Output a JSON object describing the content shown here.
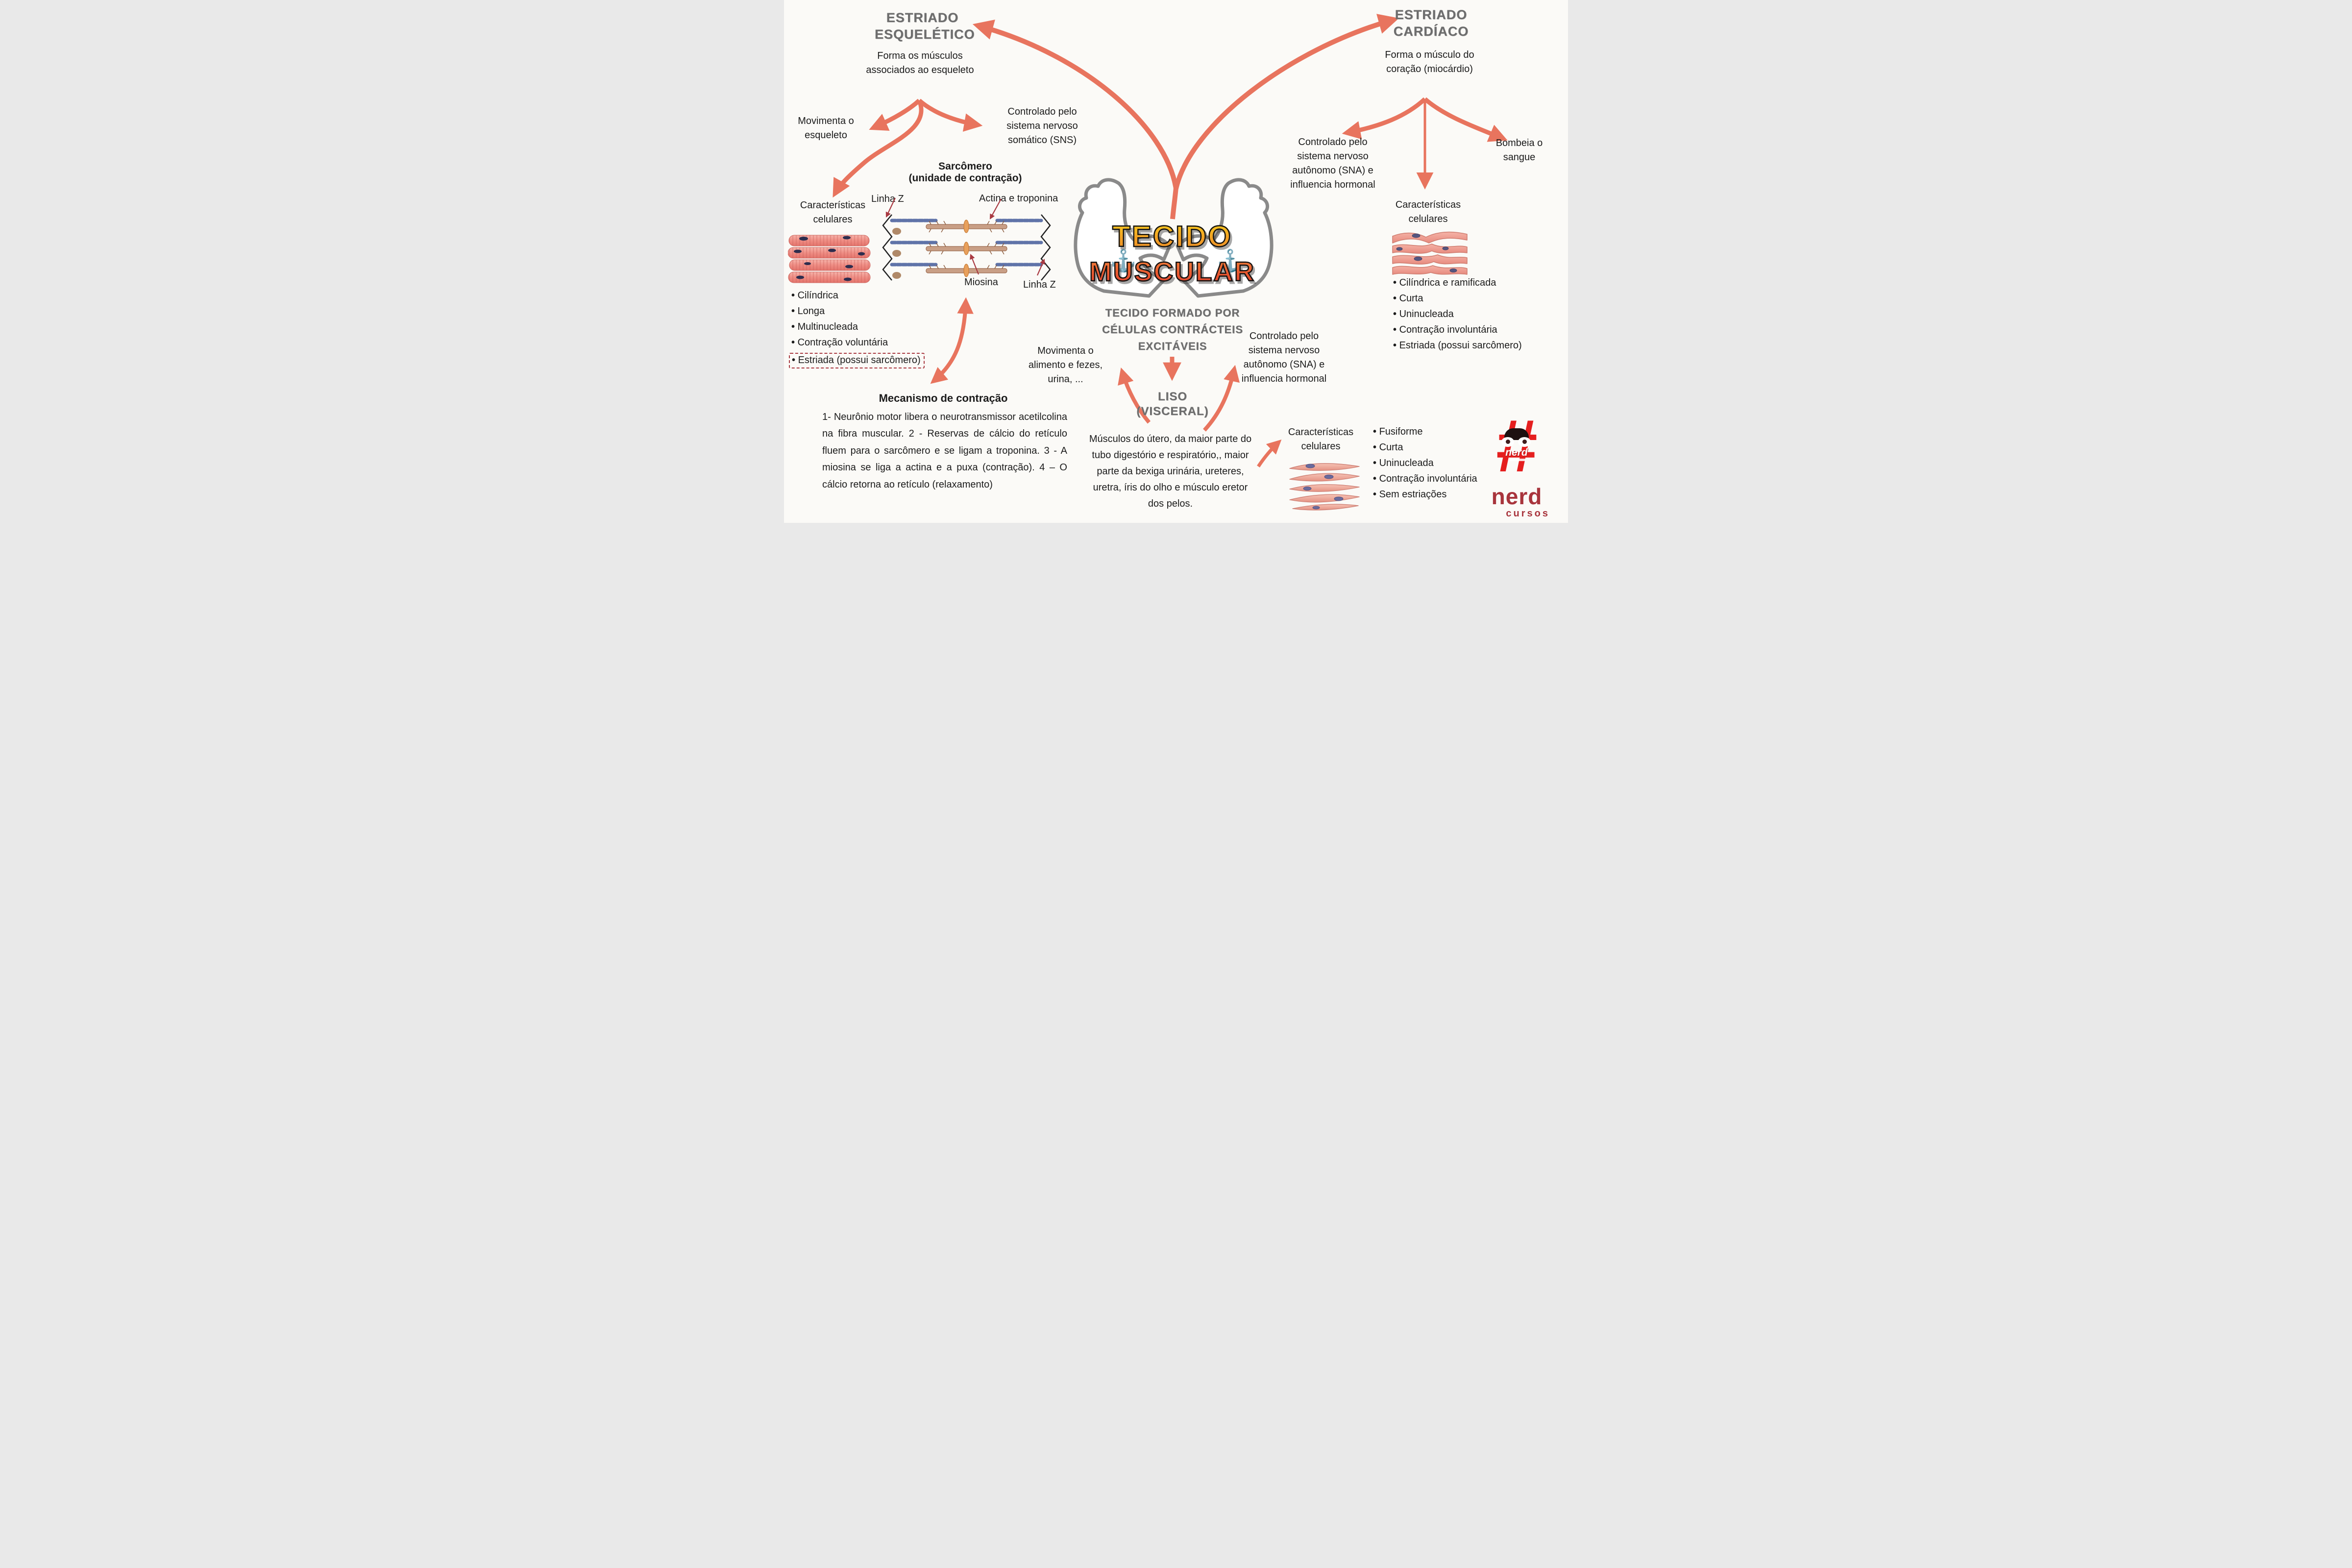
{
  "colors": {
    "accent_arrow": "#E8745E",
    "title_gray": "#6d6d6d",
    "pointer_red": "#a93a42",
    "logo_yellow": "#f8d31d",
    "logo_orange": "#ef8f2a",
    "logo_red": "#dd3b2b",
    "brand_red": "#e51f1f",
    "muscle_pink": "#f2a09a"
  },
  "center": {
    "logo_line1": "TECIDO",
    "logo_line2": "MUSCULAR",
    "subtitle": "TECIDO FORMADO POR CÉLULAS CONTRÁCTEIS EXCITÁVEIS",
    "liso_line1": "LISO",
    "liso_line2": "(VISCERAL)",
    "liso_description": "Músculos do útero, da maior parte do tubo digestório e respiratório,, maior parte da bexiga urinária, ureteres, uretra, íris do olho e músculo eretor dos pelos.",
    "movimenta": "Movimenta o alimento e fezes, urina, ...",
    "controlado": "Controlado pelo sistema nervoso autônomo (SNA) e influencia hormonal"
  },
  "skeletal": {
    "title": "ESTRIADO ESQUELÉTICO",
    "description": "Forma os músculos associados ao esqueleto",
    "movimenta": "Movimenta o esqueleto",
    "controlado": "Controlado pelo sistema nervoso somático (SNS)",
    "sarcomere_title": "Sarcômero",
    "sarcomere_subtitle": "(unidade de contração)",
    "label_linha_z_left": "Linha Z",
    "label_actina": "Actina e troponina",
    "label_miosina": "Miosina",
    "label_linha_z_right": "Linha Z",
    "caracteristicas_title": "Características celulares",
    "caracteristicas": [
      "Cilíndrica",
      "Longa",
      "Multinucleada",
      "Contração voluntária",
      "Estriada (possui sarcômero)"
    ],
    "mecanismo_title": "Mecanismo de contração",
    "mecanismo_text": "1- Neurônio motor libera o neurotransmissor acetilcolina na fibra muscular.  2 - Reservas de cálcio do retículo fluem para o sarcômero e se ligam a troponina. 3 - A miosina se liga a actina e a puxa (contração). 4 – O cálcio retorna ao retículo (relaxamento)"
  },
  "cardiac": {
    "title": "ESTRIADO CARDÍACO",
    "description": "Forma o músculo do coração (miocárdio)",
    "controlado": "Controlado pelo sistema nervoso autônomo (SNA) e influencia hormonal",
    "bombeia": "Bombeia o sangue",
    "caracteristicas_title": "Características celulares",
    "caracteristicas": [
      "Cilíndrica e ramificada",
      "Curta",
      "Uninucleada",
      "Contração involuntária",
      "Estriada (possui sarcômero)"
    ]
  },
  "smooth": {
    "caracteristicas_title": "Características celulares",
    "caracteristicas": [
      "Fusiforme",
      "Curta",
      "Uninucleada",
      "Contração involuntária",
      "Sem estriações"
    ]
  },
  "brand": {
    "hash": "#",
    "name_inner": "nerd",
    "name_big": "nerd",
    "sub": "cursos"
  }
}
